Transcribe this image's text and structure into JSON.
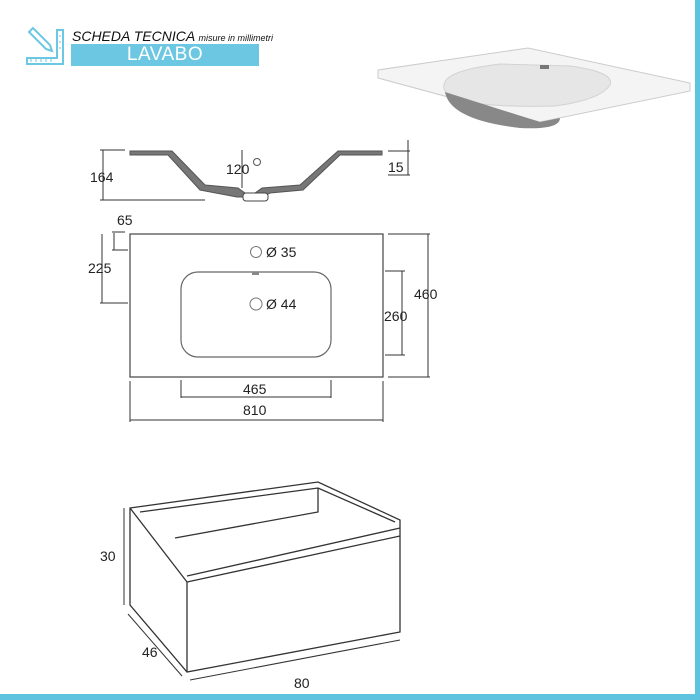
{
  "header": {
    "title": "SCHEDA TECNICA",
    "subtitle": "misure in millimetri",
    "product": "LAVABO",
    "icon": "pencil-ruler-icon",
    "accent_color": "#6cc7e2"
  },
  "section_view": {
    "height_total": "164",
    "basin_depth": "120",
    "rim_thickness": "15"
  },
  "top_view": {
    "tap_hole_offset": "65",
    "drain_offset": "225",
    "tap_hole_diameter": "Ø 35",
    "drain_diameter": "Ø 44",
    "basin_width": "465",
    "total_width": "810",
    "basin_depth": "260",
    "total_depth": "460"
  },
  "cabinet": {
    "height": "30",
    "depth": "46",
    "width": "80"
  }
}
